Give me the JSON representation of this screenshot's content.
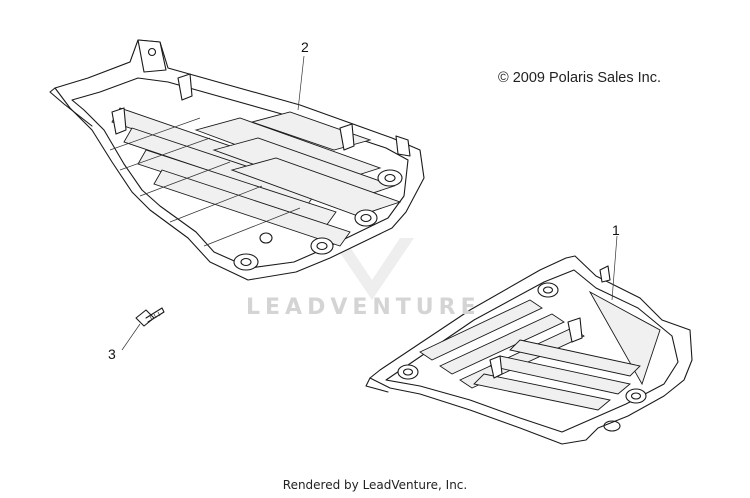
{
  "copyright": "© 2009 Polaris Sales Inc.",
  "watermark": "LEADVENTURE",
  "footer": "Rendered by LeadVenture, Inc.",
  "callouts": [
    {
      "label": "1"
    },
    {
      "label": "2"
    },
    {
      "label": "3"
    }
  ]
}
